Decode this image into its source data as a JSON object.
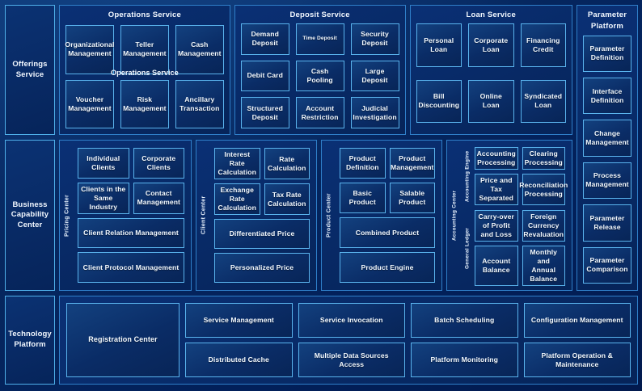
{
  "rail": {
    "items": [
      {
        "label": "Offerings Service"
      },
      {
        "label": "Business Capability Center"
      },
      {
        "label": "Technology Platform"
      }
    ]
  },
  "row1": {
    "panels": [
      {
        "title": "Operations Service",
        "subtitle": "Operations Service",
        "tiles": [
          "Organizational Management",
          "Teller Management",
          "Cash Management",
          "Voucher Management",
          "Risk Management",
          "Ancillary Transaction"
        ]
      },
      {
        "title": "Deposit Service",
        "tiles": [
          "Demand Deposit",
          "Time Deposit",
          "Security Deposit",
          "Debit Card",
          "Cash Pooling",
          "Large Deposit",
          "Structured Deposit",
          "Account Restriction",
          "Judicial Investigation"
        ]
      },
      {
        "title": "Loan Service",
        "tiles": [
          "Personal Loan",
          "Corporate Loan",
          "Financing Credit",
          "Bill Discounting",
          "Online Loan",
          "Syndicated Loan"
        ]
      }
    ]
  },
  "parameter_platform": {
    "title": "Parameter Platform",
    "tiles": [
      "Parameter Definition",
      "Interface Definition",
      "Change Management",
      "Process Management",
      "Parameter Release",
      "Parameter Comparison"
    ]
  },
  "row2": {
    "groups": [
      {
        "vlabel": "Pricing Center",
        "pair1": [
          "Individual Clients",
          "Corporate Clients"
        ],
        "pair2": [
          "Clients in the Same Industry",
          "Contact Management"
        ],
        "wide1": "Client Relation Management",
        "wide2": "Client Protocol Management"
      },
      {
        "vlabel": "Client Center",
        "pair1": [
          "Interest Rate Calculation",
          "Rate Calculation"
        ],
        "pair2": [
          "Exchange Rate Calculation",
          "Tax Rate Calculation"
        ],
        "wide1": "Differentiated Price",
        "wide2": "Personalized Price"
      },
      {
        "vlabel": "Product Center",
        "pair1": [
          "Product Definition",
          "Product Management"
        ],
        "pair2": [
          "Basic Product",
          "Salable Product"
        ],
        "wide1": "Combined Product",
        "wide2": "Product Engine"
      }
    ],
    "accounting": {
      "vlabel": "Accounting Center",
      "sub1": {
        "vlabel": "Accounting Engine",
        "tiles": [
          "Accounting Processing",
          "Clearing Processing",
          "Price and Tax Separated",
          "Reconciliation Processing"
        ]
      },
      "sub2": {
        "vlabel": "General Ledger",
        "tiles": [
          "Carry-over of Profit and Loss",
          "Foreign Currency Revaluation",
          "Account Balance",
          "Monthly and Annual Balance"
        ]
      }
    }
  },
  "row3": {
    "registration": "Registration Center",
    "tiles": [
      "Service Management",
      "Service Invocation",
      "Batch Scheduling",
      "Configuration Management",
      "Distributed Cache",
      "Multiple Data Sources Access",
      "Platform Monitoring",
      "Platform Operation & Maintenance"
    ]
  },
  "colors": {
    "background": "#052358",
    "tile_border": "#5ab4ee",
    "panel_border": "#2f7fc9",
    "rail_border": "#4fb0ea",
    "text": "#f4faff"
  }
}
